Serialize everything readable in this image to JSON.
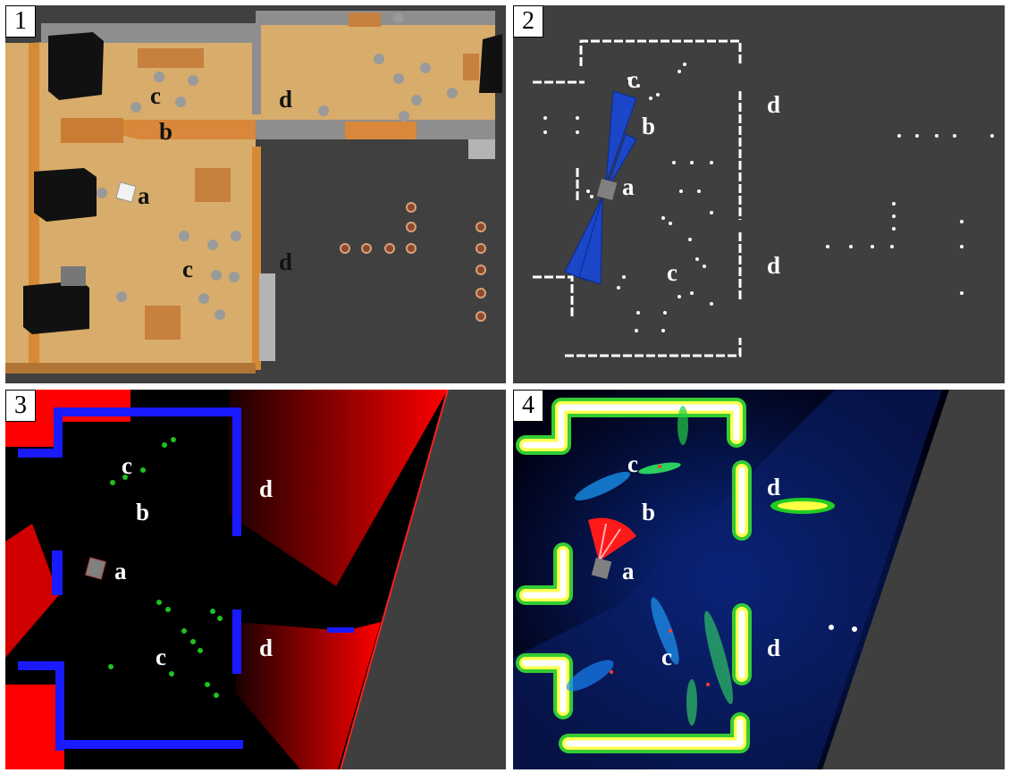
{
  "panels": [
    {
      "number": "1"
    },
    {
      "number": "2"
    },
    {
      "number": "3"
    },
    {
      "number": "4"
    }
  ],
  "labels": {
    "a": "a",
    "b": "b",
    "c": "c",
    "d": "d"
  }
}
